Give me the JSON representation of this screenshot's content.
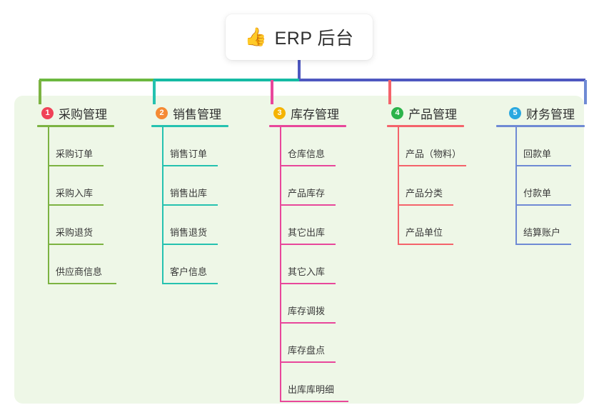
{
  "root": {
    "emoji": "👍",
    "emoji_name": "thumbs-up-icon",
    "title": "ERP 后台"
  },
  "panel": {
    "background": "#eef7e7"
  },
  "connectors": {
    "stem_color": "#4e58c0",
    "bar_left_color": "#6cb83f",
    "bar_mid_color": "#14bba4",
    "bar_right_color": "#4e58c0"
  },
  "columns": [
    {
      "number": "1",
      "title": "采购管理",
      "badge_color": "#f04257",
      "line_color": "#7cb342",
      "items": [
        "采购订单",
        "采购入库",
        "采购退货",
        "供应商信息"
      ]
    },
    {
      "number": "2",
      "title": "销售管理",
      "badge_color": "#f58a34",
      "line_color": "#25c2b0",
      "items": [
        "销售订单",
        "销售出库",
        "销售退货",
        "客户信息"
      ]
    },
    {
      "number": "3",
      "title": "库存管理",
      "badge_color": "#f5b301",
      "line_color": "#e8479b",
      "items": [
        "仓库信息",
        "产品库存",
        "其它出库",
        "其它入库",
        "库存调拨",
        "库存盘点",
        "出库库明细"
      ]
    },
    {
      "number": "4",
      "title": "产品管理",
      "badge_color": "#2bb34a",
      "line_color": "#f4636b",
      "items": [
        "产品（物料）",
        "产品分类",
        "产品单位"
      ]
    },
    {
      "number": "5",
      "title": "财务管理",
      "badge_color": "#29a8e0",
      "line_color": "#6f8ad4",
      "items": [
        "回款单",
        "付款单",
        "结算账户"
      ]
    }
  ]
}
